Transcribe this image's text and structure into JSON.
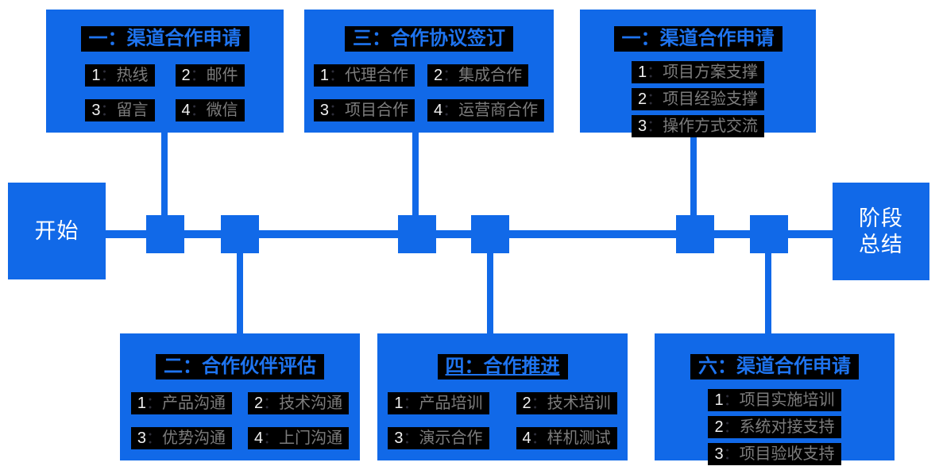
{
  "diagram_type": "flowchart",
  "colon": "：",
  "colors": {
    "box_blue": "#1169e8",
    "title_blue": "#1e74f0",
    "highlight_black": "#000000",
    "item_label_gray": "#7c7c7c",
    "item_number_white": "#f0f0f0",
    "terminal_text_white": "#ffffff",
    "background_white": "#ffffff"
  },
  "terminals": {
    "start": "开始",
    "end_line1": "阶段",
    "end_line2": "总结"
  },
  "boxes": [
    {
      "title": "一：渠道合作申请",
      "items": [
        {
          "num": "1",
          "label": "热线"
        },
        {
          "num": "2",
          "label": "邮件"
        },
        {
          "num": "3",
          "label": "留言"
        },
        {
          "num": "4",
          "label": "微信"
        }
      ]
    },
    {
      "title": "三：合作协议签订",
      "items": [
        {
          "num": "1",
          "label": "代理合作"
        },
        {
          "num": "2",
          "label": "集成合作"
        },
        {
          "num": "3",
          "label": "项目合作"
        },
        {
          "num": "4",
          "label": "运营商合作"
        }
      ]
    },
    {
      "title": "一：渠道合作申请",
      "items": [
        {
          "num": "1",
          "label": "项目方案支撑"
        },
        {
          "num": "2",
          "label": "项目经验支撑"
        },
        {
          "num": "3",
          "label": "操作方式交流"
        }
      ]
    },
    {
      "title": "二：合作伙伴评估",
      "items": [
        {
          "num": "1",
          "label": "产品沟通"
        },
        {
          "num": "2",
          "label": "技术沟通"
        },
        {
          "num": "3",
          "label": "优势沟通"
        },
        {
          "num": "4",
          "label": "上门沟通"
        }
      ]
    },
    {
      "title": "四：合作推进",
      "items": [
        {
          "num": "1",
          "label": "产品培训"
        },
        {
          "num": "2",
          "label": "技术培训"
        },
        {
          "num": "3",
          "label": "演示合作"
        },
        {
          "num": "4",
          "label": "样机测试"
        }
      ]
    },
    {
      "title": "六：渠道合作申请",
      "items": [
        {
          "num": "1",
          "label": "项目实施培训"
        },
        {
          "num": "2",
          "label": "系统对接支持"
        },
        {
          "num": "3",
          "label": "项目验收支持"
        }
      ]
    }
  ]
}
